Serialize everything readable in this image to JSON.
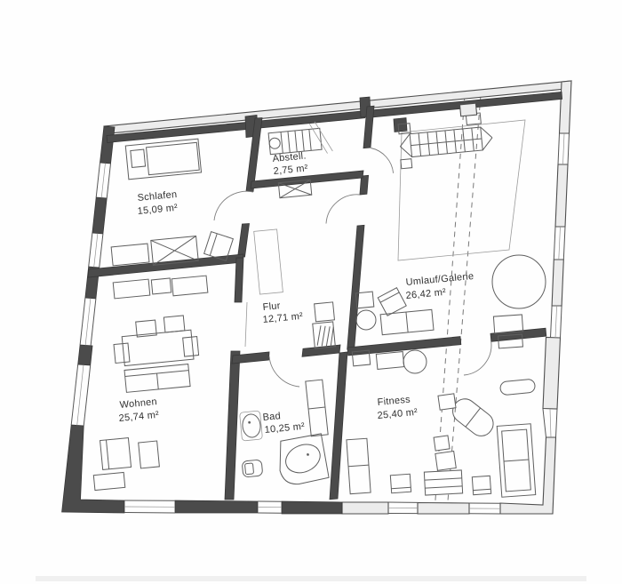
{
  "plan": {
    "type": "floor-plan",
    "language": "de",
    "rooms": [
      {
        "name": "Schlafen",
        "area": "15,09 m²"
      },
      {
        "name": "Abstell.",
        "area": "2,75 m²"
      },
      {
        "name": "Umlauf/Galerie",
        "area": "26,42 m²"
      },
      {
        "name": "Flur",
        "area": "12,71 m²"
      },
      {
        "name": "Wohnen",
        "area": "25,74 m²"
      },
      {
        "name": "Bad",
        "area": "10,25 m²"
      },
      {
        "name": "Fitness",
        "area": "25,40 m²"
      }
    ],
    "colors": {
      "wall_dark": "#4b4b4b",
      "wall_light": "#ececec",
      "furniture_line": "#5f5f5f",
      "dashed_roof_line": "#787878",
      "text": "#313131",
      "background": "#fefefe"
    }
  }
}
